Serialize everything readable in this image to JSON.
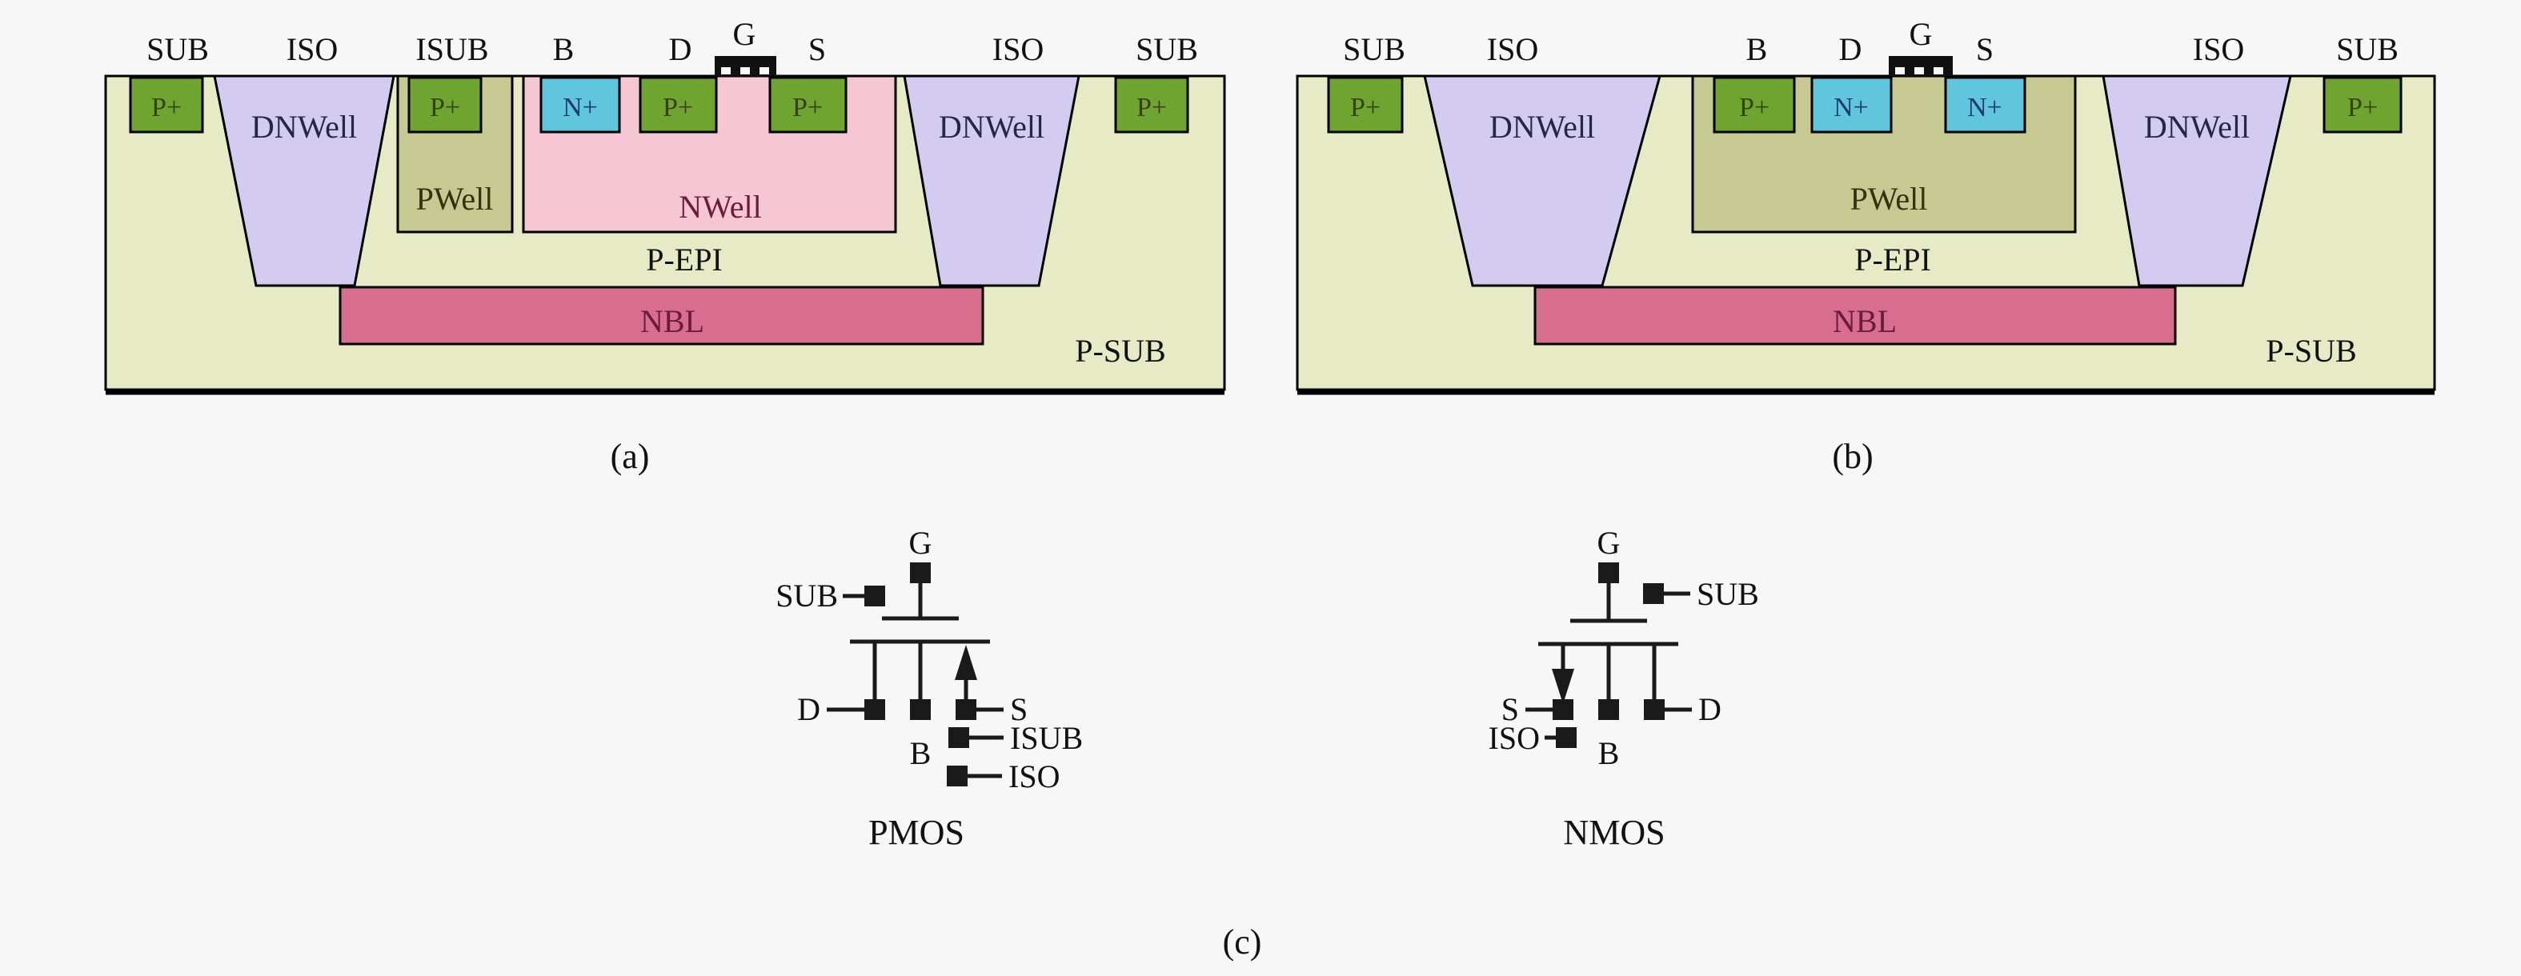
{
  "colors": {
    "background": "#f7f7f7",
    "psub_fill": "#e7ebc5",
    "dnwell_fill": "#d3cbf0",
    "nwell_fill": "#f5c6d3",
    "pwell_fill": "#c6c992",
    "nbl_fill": "#d76e90",
    "pplus_fill": "#6fa431",
    "nplus_fill": "#5fc6dd",
    "black": "#111111",
    "nwell_text": "#6b1b3b",
    "nbl_text": "#6b1b3b",
    "dnwell_text": "#262646",
    "pwell_text": "#32320f",
    "pplus_text": "#39400f",
    "nplus_text": "#1d3a6e"
  },
  "diagram_a": {
    "caption": "(a)",
    "top_labels": [
      "SUB",
      "ISO",
      "ISUB",
      "B",
      "D",
      "G",
      "S",
      "ISO",
      "SUB"
    ],
    "regions": {
      "psub": "P-SUB",
      "pepi": "P-EPI",
      "nbl": "NBL",
      "dnwell_left": "DNWell",
      "dnwell_right": "DNWell",
      "pwell": "PWell",
      "nwell": "NWell"
    },
    "contacts": {
      "sub_left": "P+",
      "isub": "P+",
      "b": "N+",
      "d": "P+",
      "s": "P+",
      "sub_right": "P+"
    }
  },
  "diagram_b": {
    "caption": "(b)",
    "top_labels": [
      "SUB",
      "ISO",
      "B",
      "D",
      "G",
      "S",
      "ISO",
      "SUB"
    ],
    "regions": {
      "psub": "P-SUB",
      "pepi": "P-EPI",
      "nbl": "NBL",
      "dnwell_left": "DNWell",
      "dnwell_right": "DNWell",
      "pwell": "PWell"
    },
    "contacts": {
      "sub_left": "P+",
      "b": "P+",
      "d": "N+",
      "s": "N+",
      "sub_right": "P+"
    }
  },
  "symbols": {
    "caption": "(c)",
    "pmos": {
      "name": "PMOS",
      "terminals": {
        "g": "G",
        "sub": "SUB",
        "d": "D",
        "s": "S",
        "b": "B",
        "isub": "ISUB",
        "iso": "ISO"
      }
    },
    "nmos": {
      "name": "NMOS",
      "terminals": {
        "g": "G",
        "sub": "SUB",
        "s": "S",
        "b": "B",
        "d": "D",
        "iso": "ISO"
      }
    }
  }
}
